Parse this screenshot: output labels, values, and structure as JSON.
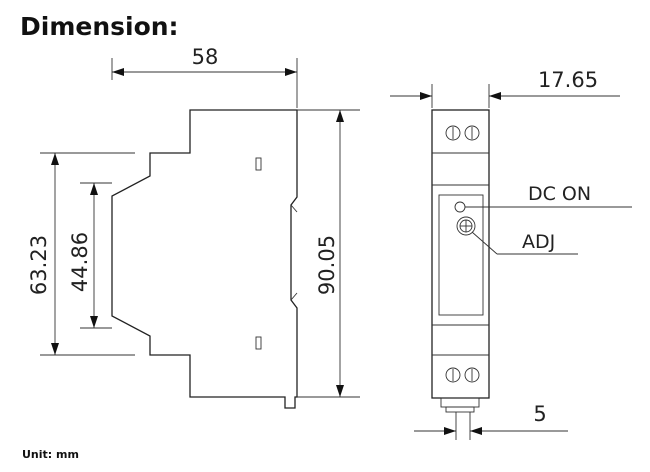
{
  "title": "Dimension:",
  "unit": "Unit: mm",
  "side_view": {
    "width": "58",
    "height_outer": "63.23",
    "height_inner": "44.86",
    "height_total": "90.05"
  },
  "front_view": {
    "width": "17.65",
    "led_label": "DC ON",
    "adj_label": "ADJ",
    "foot_width": "5"
  }
}
